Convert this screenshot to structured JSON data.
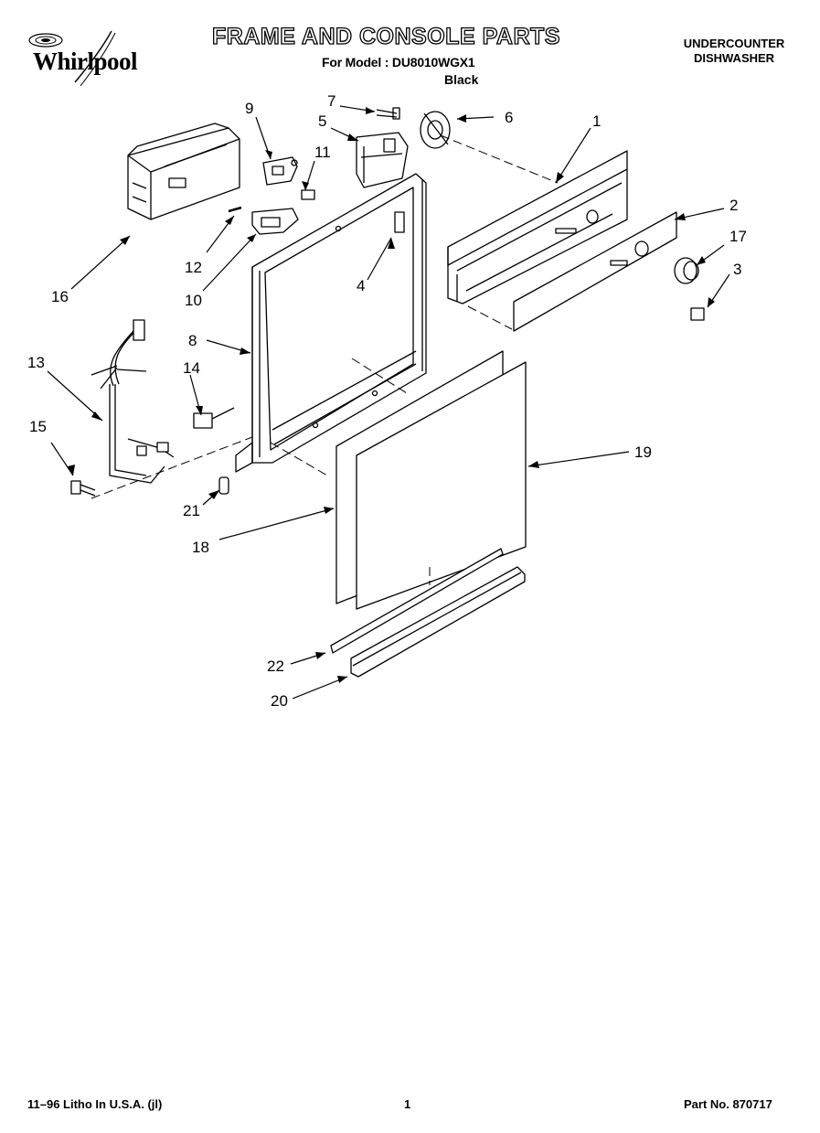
{
  "header": {
    "brand": "Whirlpool",
    "title": "FRAME AND CONSOLE PARTS",
    "model_line": "For Model : DU8010WGX1",
    "color_line": "Black",
    "product_line1": "UNDERCOUNTER",
    "product_line2": "DISHWASHER"
  },
  "callouts": [
    "1",
    "2",
    "3",
    "4",
    "5",
    "6",
    "7",
    "8",
    "9",
    "10",
    "11",
    "12",
    "13",
    "14",
    "15",
    "16",
    "17",
    "18",
    "19",
    "20",
    "21",
    "22"
  ],
  "footer": {
    "litho": "11–96 Litho In U.S.A. (jl)",
    "page": "1",
    "part_no": "Part No. 870717"
  }
}
